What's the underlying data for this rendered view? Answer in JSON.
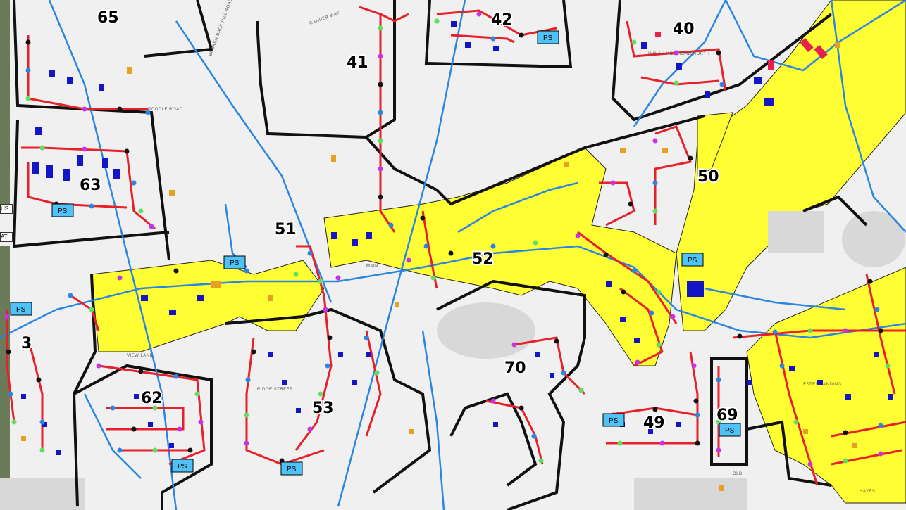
{
  "map": {
    "zones": [
      {
        "label": "65"
      },
      {
        "label": "42"
      },
      {
        "label": "40"
      },
      {
        "label": "41"
      },
      {
        "label": "63"
      },
      {
        "label": "50"
      },
      {
        "label": "51"
      },
      {
        "label": "52"
      },
      {
        "label": "3"
      },
      {
        "label": "70"
      },
      {
        "label": "62"
      },
      {
        "label": "53"
      },
      {
        "label": "69"
      },
      {
        "label": "49"
      }
    ],
    "pump_station_label": "PS",
    "roads": [
      "BROKEN BACK HILL ROAD",
      "GANDER WAY",
      "POODLE ROAD",
      "INDIAN HILL ROAD NORTH",
      "MAIN",
      "VIEW LANE",
      "RIDGE STREET",
      "ESTES LANDING",
      "HAYES",
      "OLD"
    ],
    "side_fragments": [
      "US",
      "AT"
    ],
    "colors": {
      "sewer_main": "#e8202a",
      "water_main": "#2a86e0",
      "district_fill": "#ffff33",
      "boundary": "#111111",
      "building": "#1515c8",
      "building_alt": "#e8a020",
      "pump_station": "#4fc3f7",
      "node_black": "#111111",
      "node_blue": "#2a86e0",
      "node_green": "#5ee05e",
      "node_magenta": "#c832e0"
    }
  }
}
